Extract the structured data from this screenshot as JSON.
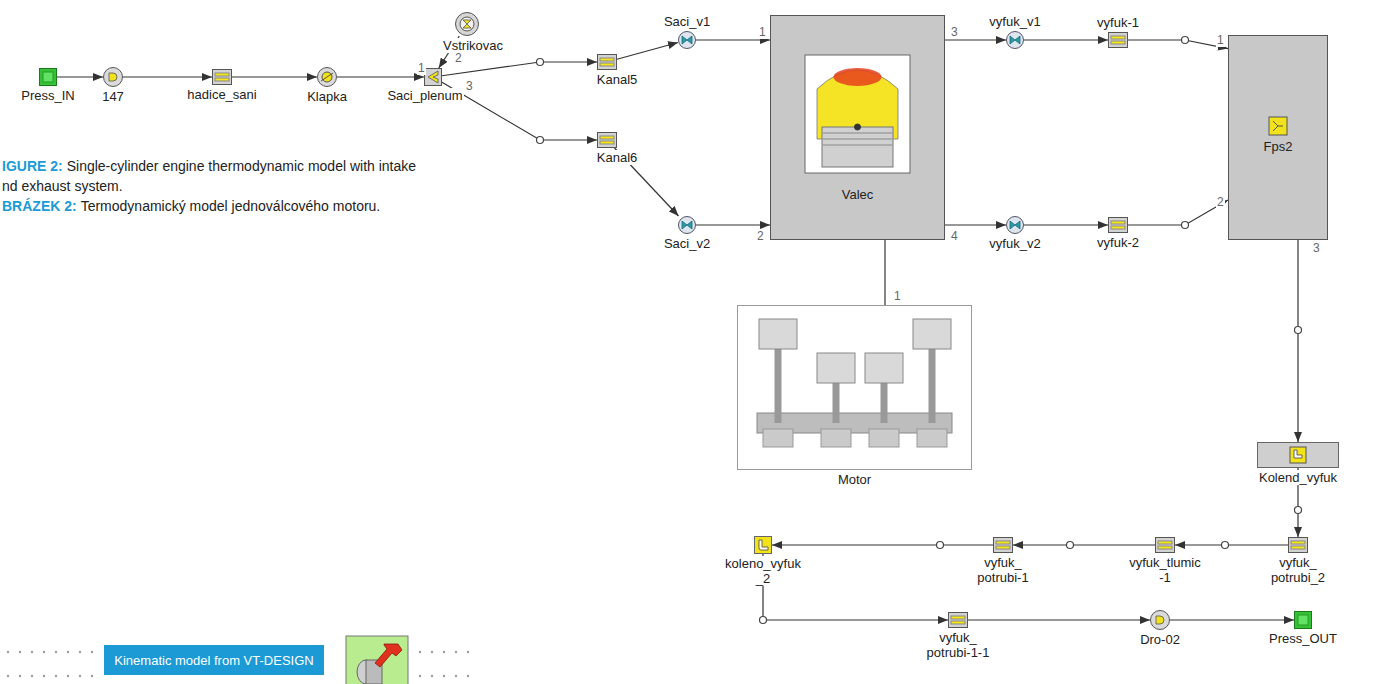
{
  "diagram": {
    "nodes": [
      {
        "text": [
          "Press_IN"
        ]
      },
      {
        "text": [
          "147"
        ]
      },
      {
        "text": [
          "hadice_sani"
        ]
      },
      {
        "text": [
          "Klapka"
        ]
      },
      {
        "text": [
          "Vstrikovac"
        ]
      },
      {
        "text": [
          "Saci_plenum"
        ]
      },
      {
        "text": [
          "Kanal5"
        ]
      },
      {
        "text": [
          "Kanal6"
        ]
      },
      {
        "text": [
          "Saci_v1"
        ]
      },
      {
        "text": [
          "Saci_v2"
        ]
      },
      {
        "text": [
          "Valec"
        ]
      },
      {
        "text": [
          "vyfuk_v1"
        ]
      },
      {
        "text": [
          "vyfuk_v2"
        ]
      },
      {
        "text": [
          "vyfuk-1"
        ]
      },
      {
        "text": [
          "vyfuk-2"
        ]
      },
      {
        "text": [
          "Fps2"
        ]
      },
      {
        "text": [
          "Motor"
        ]
      },
      {
        "text": [
          "Kolend_vyfuk"
        ]
      },
      {
        "text": [
          "vyfuk_ potrubi_2"
        ]
      },
      {
        "text": [
          "vyfuk_tlumic -1"
        ]
      },
      {
        "text": [
          "vyfuk_ potrubi-1"
        ]
      },
      {
        "text": [
          "koleno_vyfuk _2"
        ]
      },
      {
        "text": [
          "vyfuk_ potrubi-1-1"
        ]
      },
      {
        "text": [
          "Dro-02"
        ]
      },
      {
        "text": [
          "Press_OUT"
        ]
      },
      {
        "text": [
          "Kinematic model from VT-DESIGN"
        ]
      }
    ],
    "edges": [
      {
        "from": 0,
        "to": 1,
        "arrow": "to"
      },
      {
        "from": 1,
        "to": 2,
        "arrow": "to"
      },
      {
        "from": 2,
        "to": 3,
        "arrow": "to"
      },
      {
        "from": 3,
        "to": 5,
        "arrow": "to"
      },
      {
        "from": 4,
        "to": 5,
        "arrow": "to"
      },
      {
        "from": 5,
        "to": 6,
        "arrow": "to"
      },
      {
        "from": 5,
        "to": 7,
        "arrow": "to"
      },
      {
        "from": 6,
        "to": 8,
        "arrow": "to"
      },
      {
        "from": 7,
        "to": 9,
        "arrow": "to"
      },
      {
        "from": 8,
        "to": 10,
        "arrow": "to"
      },
      {
        "from": 9,
        "to": 10,
        "arrow": "to"
      },
      {
        "from": 10,
        "to": 11,
        "arrow": "to"
      },
      {
        "from": 10,
        "to": 12,
        "arrow": "to"
      },
      {
        "from": 11,
        "to": 13,
        "arrow": "to"
      },
      {
        "from": 12,
        "to": 14,
        "arrow": "to"
      },
      {
        "from": 13,
        "to": 15,
        "arrow": "to"
      },
      {
        "from": 14,
        "to": 15,
        "arrow": "to"
      },
      {
        "from": 15,
        "to": 17,
        "arrow": "to"
      },
      {
        "from": 10,
        "to": 16,
        "arrow": "none"
      },
      {
        "from": 17,
        "to": 18,
        "arrow": "to"
      },
      {
        "from": 18,
        "to": 19,
        "arrow": "to"
      },
      {
        "from": 19,
        "to": 20,
        "arrow": "to"
      },
      {
        "from": 20,
        "to": 21,
        "arrow": "to"
      },
      {
        "from": 21,
        "to": 22,
        "arrow": "to"
      },
      {
        "from": 22,
        "to": 23,
        "arrow": "to"
      },
      {
        "from": 23,
        "to": 24,
        "arrow": "to"
      }
    ],
    "labels": [
      "1",
      "2",
      "3",
      "1",
      "3",
      "2",
      "4",
      "1",
      "1",
      "2",
      "3",
      "IGURE 2:",
      "Single-cylinder engine thermodynamic model with intake",
      "nd exhaust system.",
      "BRÁZEK 2:",
      "Termodynamický model jednoválcového motoru."
    ]
  }
}
